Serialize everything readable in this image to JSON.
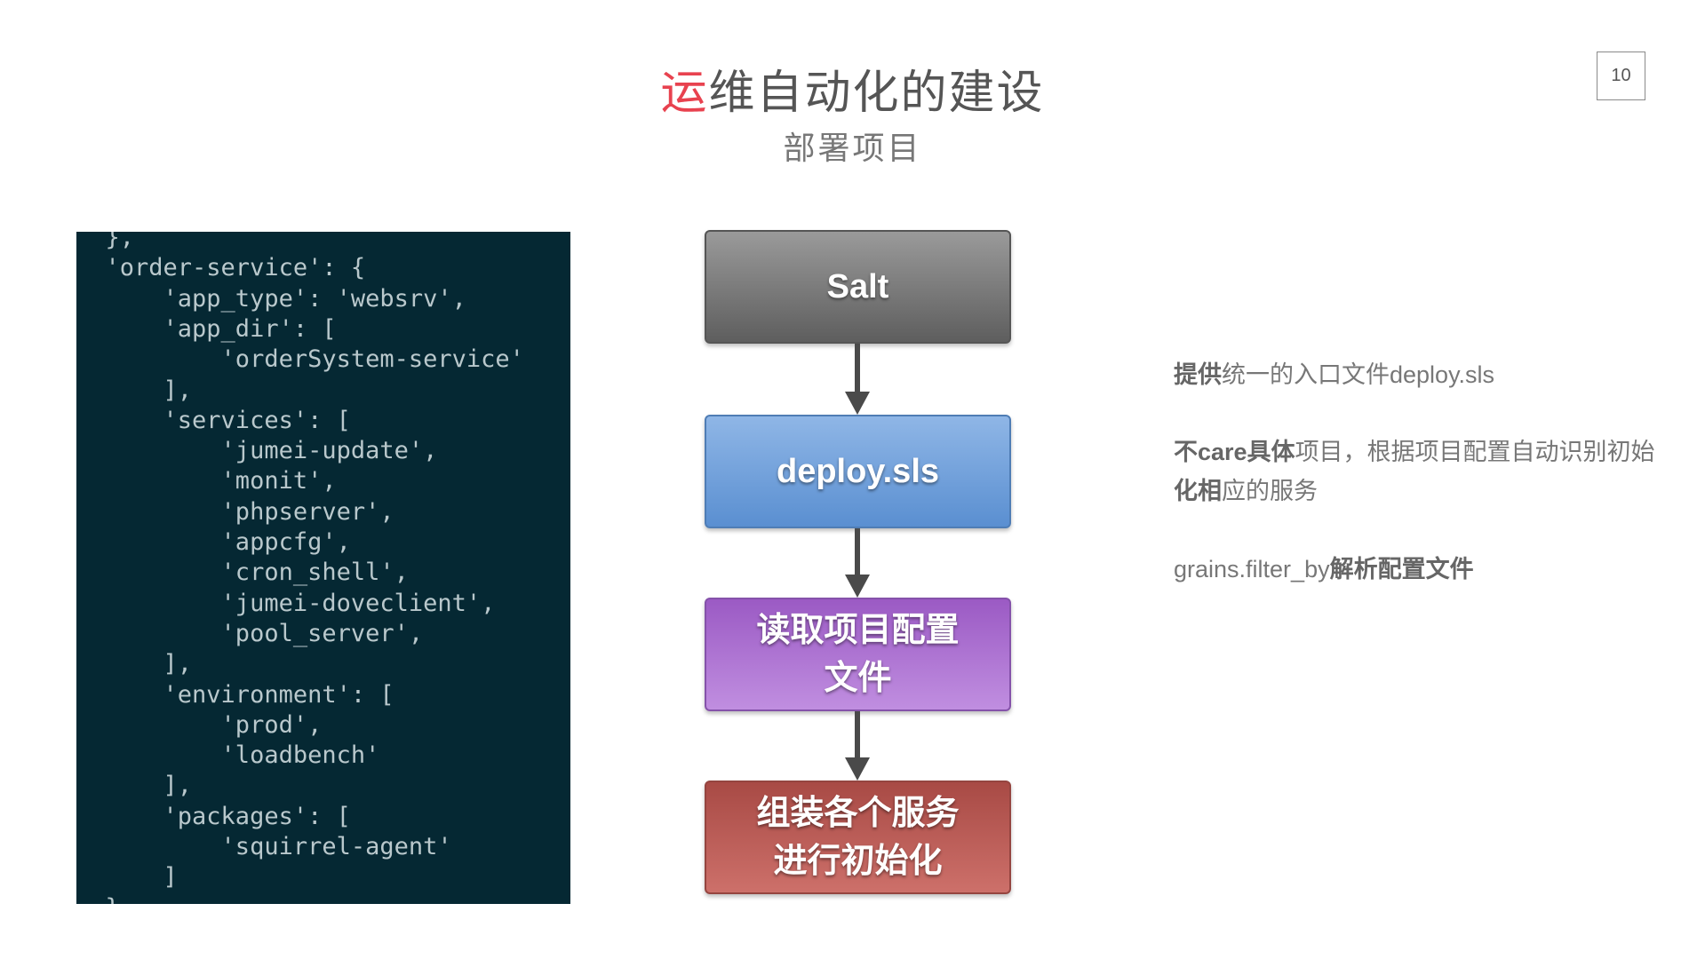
{
  "slide": {
    "title_accent": "运",
    "title_rest": "维自动化的建设",
    "subtitle": "部署项目",
    "page_number": "10"
  },
  "code": {
    "lines": [
      "  },",
      "  'order-service': {",
      "      'app_type': 'websrv',",
      "      'app_dir': [",
      "          'orderSystem-service'",
      "      ],",
      "      'services': [",
      "          'jumei-update',",
      "          'monit',",
      "          'phpserver',",
      "          'appcfg',",
      "          'cron_shell',",
      "          'jumei-doveclient',",
      "          'pool_server',",
      "      ],",
      "      'environment': [",
      "          'prod',",
      "          'loadbench'",
      "      ],",
      "      'packages': [",
      "          'squirrel-agent'",
      "      ]",
      "  },"
    ]
  },
  "flow": {
    "step1": "Salt",
    "step2": "deploy.sls",
    "step3_line1": "读取项目配置",
    "step3_line2": "文件",
    "step4_line1": "组装各个服务",
    "step4_line2": "进行初始化",
    "colors": {
      "salt": "#7a7a7a",
      "deploy": "#72a0da",
      "read": "#a86fcf",
      "assemble": "#b85a55",
      "arrow": "#4a4a4a"
    }
  },
  "notes": {
    "note1_bold": "提供",
    "note1_rest": "统一的入口文件deploy.sls",
    "note2_bold": "不care具体",
    "note2_rest": "项目，根据项目配置自动识别初始",
    "note2_bold_2": "化相",
    "note2_rest_2": "应的服务",
    "note3_rest": "grains.filter_by",
    "note3_bold": "解析配置文件"
  },
  "theme": {
    "accent": "#e8424f",
    "code_background": "#052833",
    "code_text": "#b9c8cc"
  }
}
